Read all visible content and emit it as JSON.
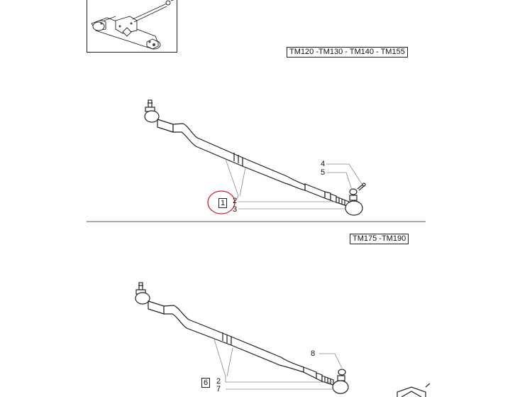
{
  "sections": [
    {
      "models": "TM120 -TM130 - TM140 - TM155",
      "refs": [
        {
          "num": "1",
          "boxed": true,
          "highlighted": true
        },
        {
          "num": "2"
        },
        {
          "num": "3"
        },
        {
          "num": "4"
        },
        {
          "num": "5"
        }
      ]
    },
    {
      "models": "TM175 -TM190",
      "refs": [
        {
          "num": "6",
          "boxed": true
        },
        {
          "num": "2"
        },
        {
          "num": "7"
        },
        {
          "num": "8"
        }
      ]
    }
  ],
  "colors": {
    "line": "#222222",
    "highlight": "#d42020",
    "leader": "#888888"
  },
  "icons": [
    "axle-thumbnail-icon",
    "tie-rod-drawing-icon",
    "ball-joint-icon",
    "next-page-icon"
  ]
}
